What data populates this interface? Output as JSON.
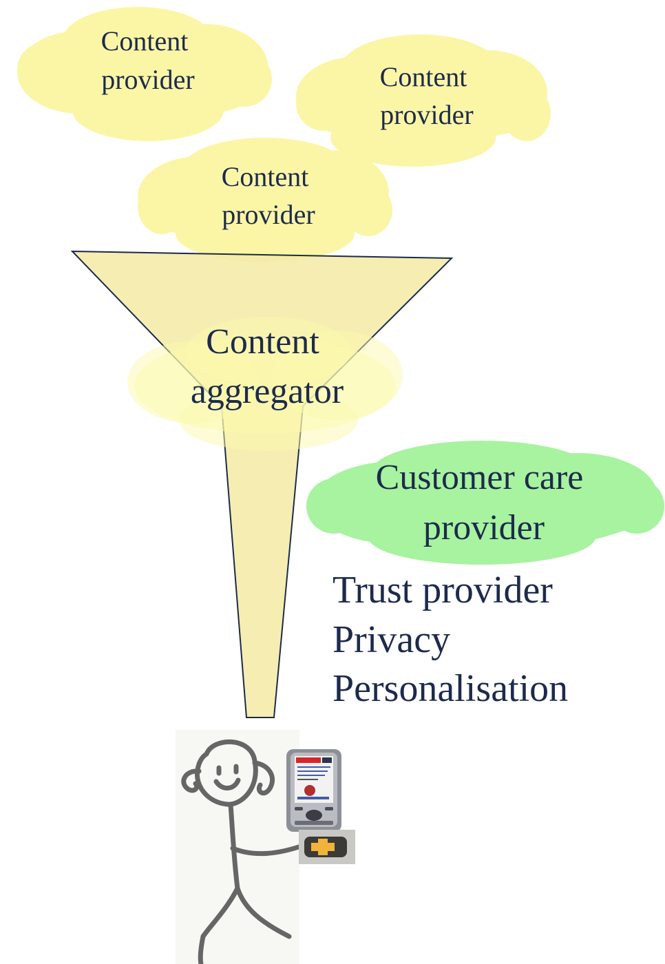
{
  "diagram": {
    "providers": [
      {
        "line1": "Content",
        "line2": "provider"
      },
      {
        "line1": "Content",
        "line2": "provider"
      },
      {
        "line1": "Content",
        "line2": "provider"
      }
    ],
    "aggregator": {
      "line1": "Content",
      "line2": "aggregator"
    },
    "customer_care": {
      "line1": "Customer care",
      "line2": "provider"
    },
    "side_list": [
      "Trust provider",
      "Privacy",
      "Personalisation"
    ],
    "colors": {
      "cloud_yellow": "#fbf6a6",
      "funnel_yellow": "#f4eba6",
      "cloud_green": "#a7f39f",
      "text": "#1d2a4c"
    },
    "icons": {
      "user": "stick-figure-icon",
      "phone": "mobile-phone-icon",
      "card": "smart-card-icon"
    }
  }
}
